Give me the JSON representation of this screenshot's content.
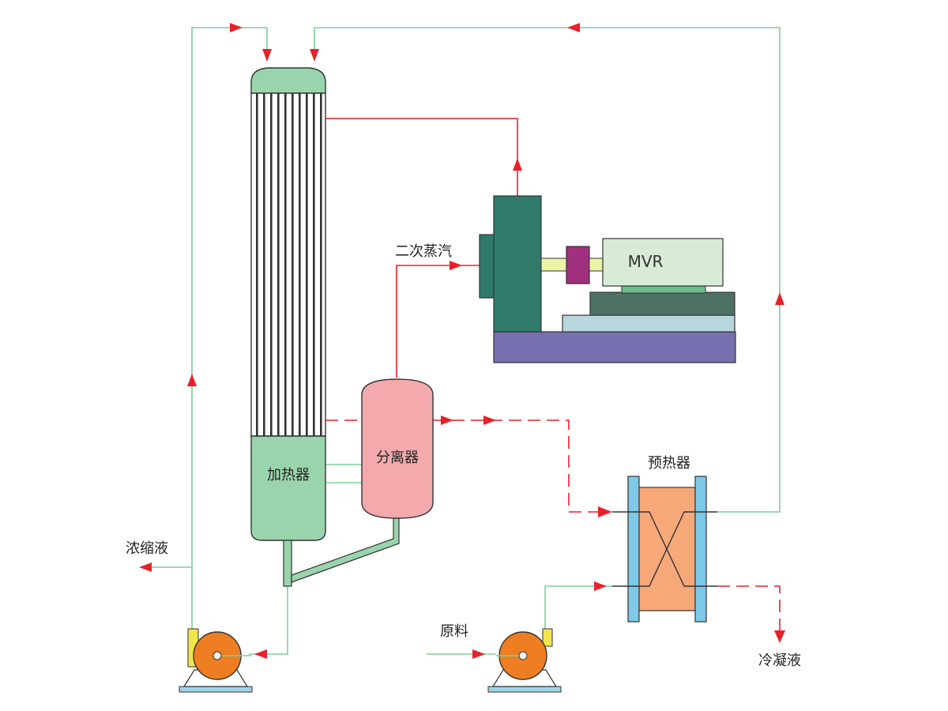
{
  "labels": {
    "heater": "加热器",
    "separator": "分离器",
    "secondary_steam": "二次蒸汽",
    "compressor": "MVR",
    "preheater": "预热器",
    "concentrate": "浓缩液",
    "raw_material": "原料",
    "condensate": "冷凝液"
  },
  "colors": {
    "steam_line": "#e8202a",
    "liquid_line": "#7fcf99",
    "evaporator": "#9ad4ad",
    "separator": "#f4a9ac",
    "compressor_body": "#2f7a6b",
    "compressor_base": "#7670b0",
    "coupling": "#a0307d",
    "motor": "#d8ecd5",
    "preheater_core": "#f7a878",
    "preheater_plates": "#7ec8e8",
    "pump": "#ef7e22"
  }
}
